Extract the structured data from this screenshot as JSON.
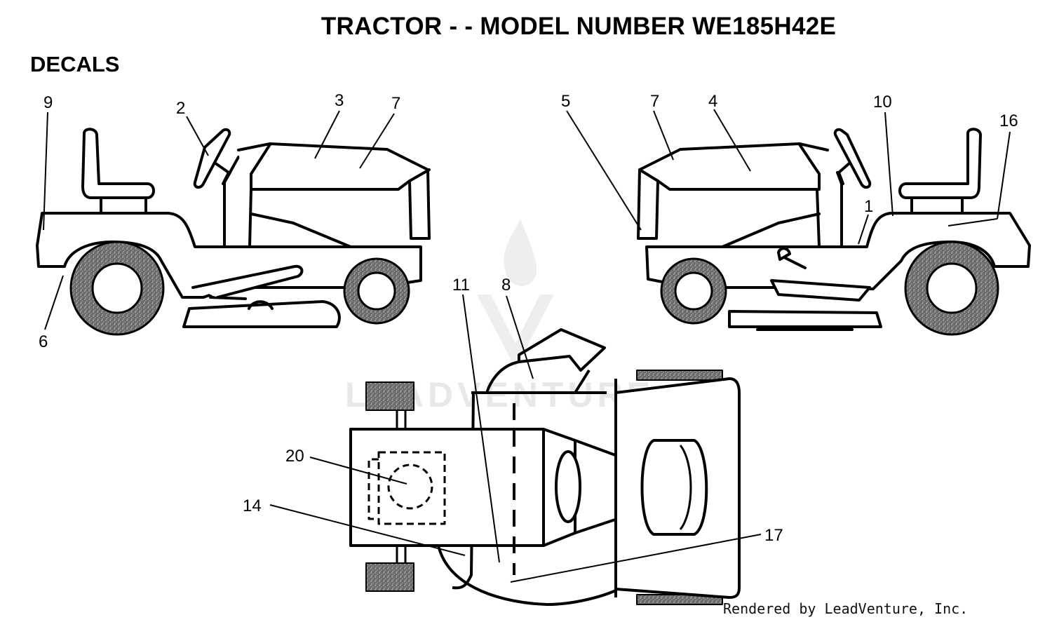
{
  "title": "TRACTOR - - MODEL NUMBER WE185H42E",
  "section": "DECALS",
  "footer": "Rendered by LeadVenture, Inc.",
  "watermark": "LEADVENTURE",
  "callouts": {
    "c1": "1",
    "c2": "2",
    "c3": "3",
    "c4": "4",
    "c5": "5",
    "c6": "6",
    "c7a": "7",
    "c7b": "7",
    "c8": "8",
    "c9": "9",
    "c10": "10",
    "c11": "11",
    "c14": "14",
    "c16": "16",
    "c17": "17",
    "c20": "20"
  },
  "colors": {
    "line": "#000000",
    "tire": "#707070",
    "watermark": "#e8e8e8"
  }
}
